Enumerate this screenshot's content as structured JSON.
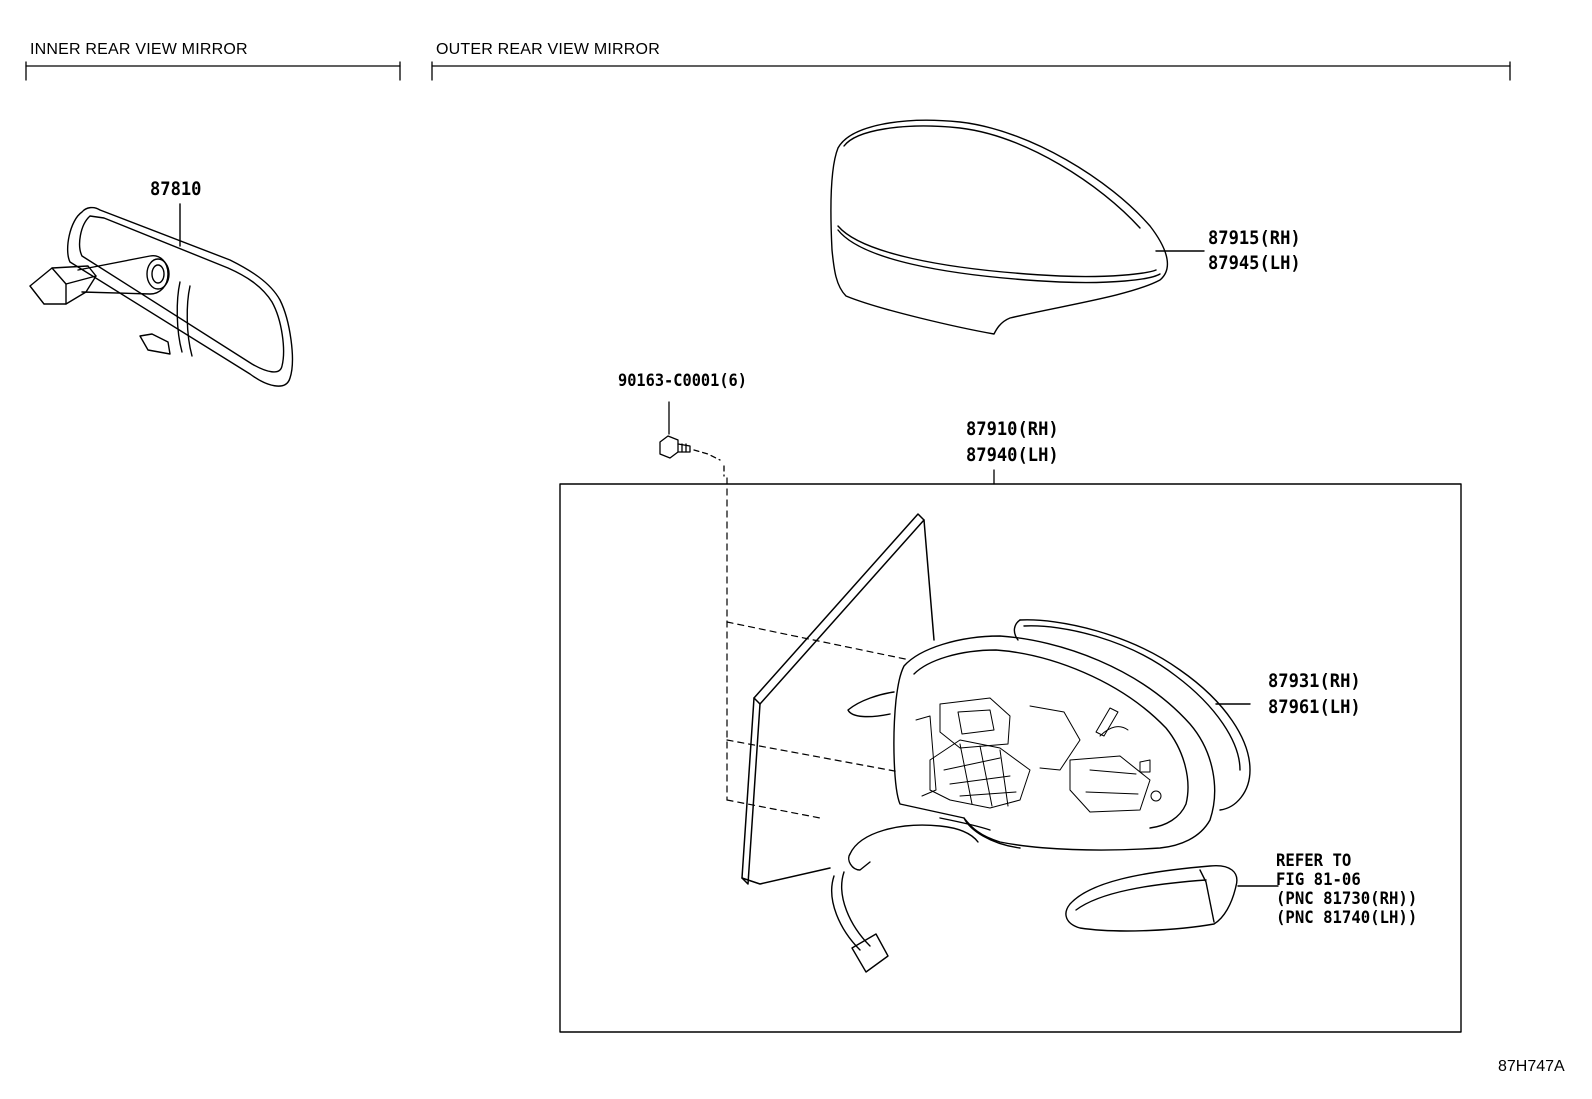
{
  "headers": {
    "inner": "INNER REAR VIEW MIRROR",
    "outer": "OUTER REAR VIEW MIRROR"
  },
  "parts": {
    "inner_mirror": "87810",
    "cover_rh": "87915(RH)",
    "cover_lh": "87945(LH)",
    "screw": "90163-C0001(6)",
    "assy_rh": "87910(RH)",
    "assy_lh": "87940(LH)",
    "body_rh": "87931(RH)",
    "body_lh": "87961(LH)"
  },
  "reference_note": {
    "line1": "REFER TO",
    "line2": "FIG 81-06",
    "line3": "(PNC 81730(RH))",
    "line4": "(PNC 81740(LH))"
  },
  "diagram_code": "87H747A"
}
